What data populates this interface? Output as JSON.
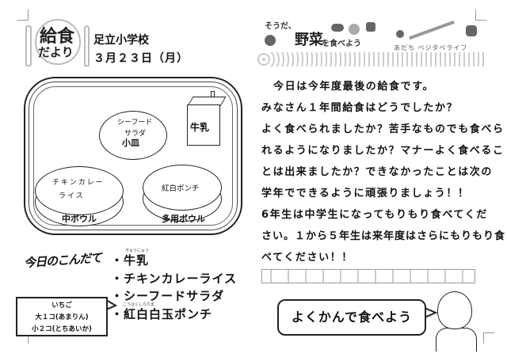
{
  "header": {
    "logo_line1": "給食",
    "logo_line2": "だより",
    "school": "足立小学校",
    "date": "３月２３日（月）"
  },
  "tray": {
    "plate_dish": "シーフード",
    "plate_dish2": "サラダ",
    "plate_label": "小皿",
    "milk_label": "牛乳",
    "left_bowl_dish": "チキンカレー",
    "left_bowl_dish2": "ライス",
    "left_bowl_label": "中ボウル",
    "right_bowl_dish": "紅白ポンチ",
    "right_bowl_label": "多用ボウル"
  },
  "menu": {
    "title": "今日のこんだて",
    "items": [
      "・牛乳",
      "・チキンカレーライス",
      "・シーフードサラダ",
      "・紅白白玉ポンチ"
    ],
    "ruby": [
      "ぎゅうにゅう",
      "こうはくしらたま"
    ]
  },
  "callout": {
    "line1": "いちご",
    "line2": "大１コ(あまりん)",
    "line3": "小２コ(とちあいか)"
  },
  "campaign": {
    "lead": "そうだ、",
    "main": "野菜",
    "sub": "を食べよう",
    "brand": "あだち ベジタベライフ"
  },
  "body": {
    "lines": [
      "今日は今年度最後の給食です。",
      "みなさん１年間給食はどうでしたか？",
      "よく食べられましたか？苦手なものでも食べら",
      "れるようになりましたか？マナーよく食べるこ",
      "とは出来ましたか？できなかったことは次の",
      "学年でできるように頑張りましょう！！",
      "6年生は中学生になってもりもり食べてくだ",
      "さい。１から５年生は来年度はさらにもりもり食",
      "べてください！！"
    ]
  },
  "bubble": {
    "text": "よくかんで食べよう"
  }
}
